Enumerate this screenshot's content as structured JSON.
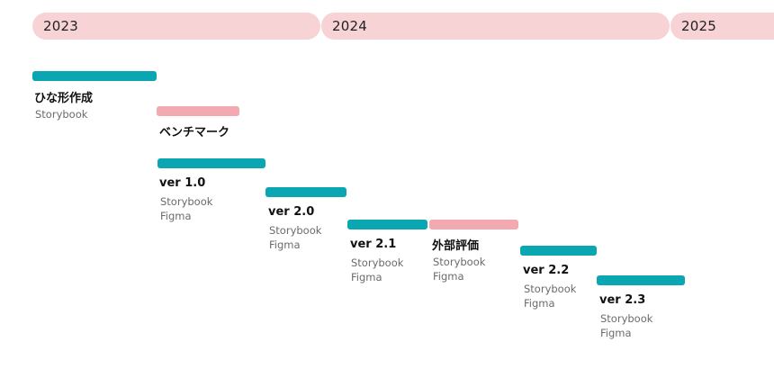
{
  "years": [
    "2023",
    "2024",
    "2025"
  ],
  "colors": {
    "year_band": "#f7d3d6",
    "development": "#0aa6b2",
    "evaluation": "#f2aab0"
  },
  "tasks": [
    {
      "title": "ひな形作成",
      "tools": [
        "Storybook"
      ],
      "kind": "development"
    },
    {
      "title": "ベンチマーク",
      "tools": [],
      "kind": "evaluation"
    },
    {
      "title": "ver 1.0",
      "tools": [
        "Storybook",
        "Figma"
      ],
      "kind": "development"
    },
    {
      "title": "ver 2.0",
      "tools": [
        "Storybook",
        "Figma"
      ],
      "kind": "development"
    },
    {
      "title": "ver 2.1",
      "tools": [
        "Storybook",
        "Figma"
      ],
      "kind": "development"
    },
    {
      "title": "外部評価",
      "tools": [
        "Storybook",
        "Figma"
      ],
      "kind": "evaluation"
    },
    {
      "title": "ver 2.2",
      "tools": [
        "Storybook",
        "Figma"
      ],
      "kind": "development"
    },
    {
      "title": "ver 2.3",
      "tools": [
        "Storybook",
        "Figma"
      ],
      "kind": "development"
    }
  ]
}
